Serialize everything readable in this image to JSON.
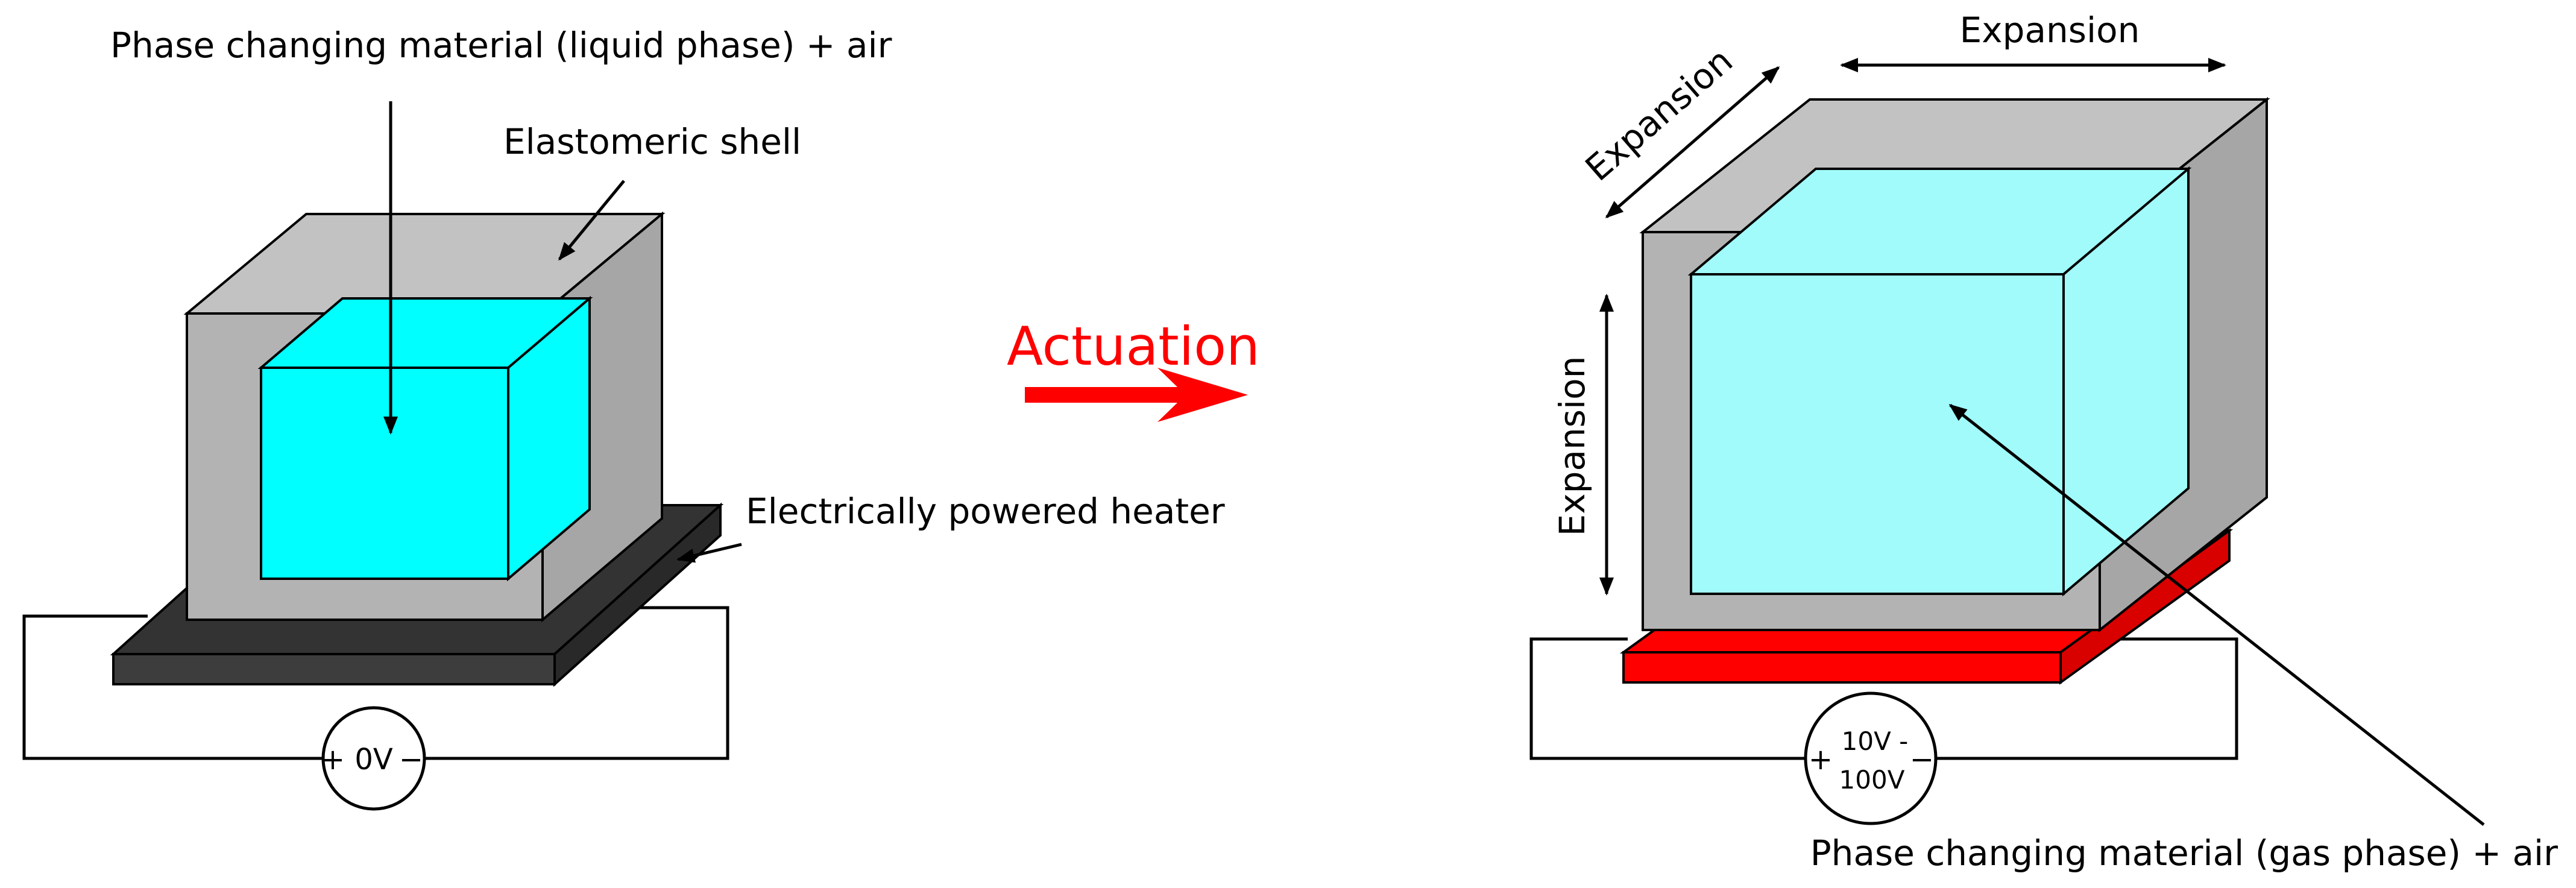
{
  "left_state": {
    "pcm_label": "Phase changing material (liquid phase) + air",
    "shell_label": "Elastomeric shell",
    "heater_label": "Electrically powered heater",
    "voltage_label": "0V",
    "plus_sign": "+",
    "minus_sign": "−"
  },
  "transition": {
    "label": "Actuation"
  },
  "right_state": {
    "expansion_top": "Expansion",
    "expansion_diagonal": "Expansion",
    "expansion_vertical": "Expansion",
    "pcm_label": "Phase changing material (gas phase) + air",
    "voltage_line1": "10V -",
    "voltage_line2": "100V",
    "plus_sign": "+",
    "minus_sign": "−"
  },
  "colors": {
    "shell_front": "#b3b3b3",
    "shell_side": "#a6a6a6",
    "shell_top": "#c2c2c2",
    "liquid_fill": "#00ffff",
    "gas_fill": "#a2fbfb",
    "heater_off": "#333333",
    "heater_on": "#ff0000",
    "actuation": "#ff0000",
    "outline": "#000000"
  }
}
